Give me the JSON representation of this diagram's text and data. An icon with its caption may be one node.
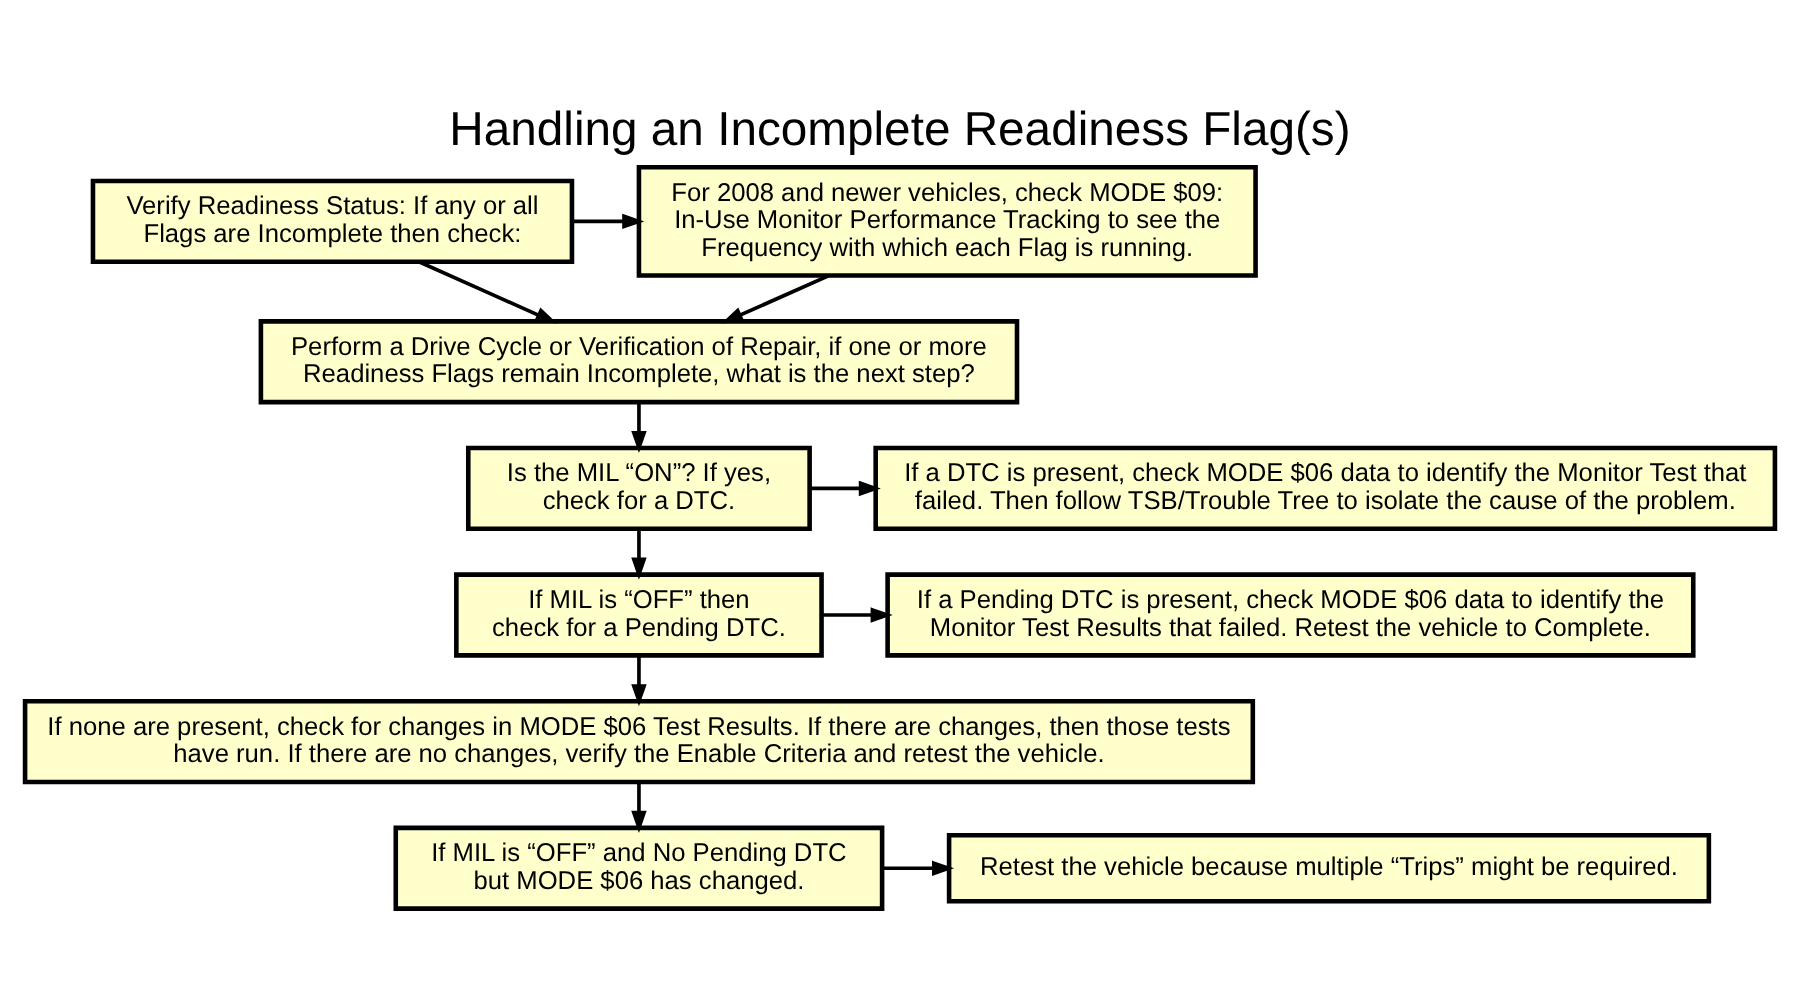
{
  "diagram": {
    "title": "Handling an Incomplete Readiness Flag(s)",
    "nodes": [
      {
        "text": [
          "Verify Readiness Status: If any or all Flags are Incomplete then check:"
        ]
      },
      {
        "text": [
          "For 2008 and newer vehicles, check MODE $09: In-Use Monitor Performance Tracking to see the Frequency with which each Flag is running."
        ]
      },
      {
        "text": [
          "Perform a Drive Cycle or Verification of Repair, if one or more Readiness Flags remain Incomplete, what is the next step?"
        ]
      },
      {
        "text": [
          "Is the MIL “ON”? If yes, check for a DTC."
        ]
      },
      {
        "text": [
          "If a DTC is present, check MODE $06 data to identify the Monitor Test that failed. Then follow TSB/Trouble Tree to isolate the cause of the problem."
        ]
      },
      {
        "text": [
          "If MIL is “OFF” then check for a Pending DTC."
        ]
      },
      {
        "text": [
          "If a Pending DTC is present, check MODE $06 data to identify the Monitor Test Results that failed. Retest the vehicle to Complete."
        ]
      },
      {
        "text": [
          "If none are present, check for changes in MODE $06 Test Results. If there are changes, then those tests have run. If there are no changes, verify the Enable Criteria and retest the vehicle."
        ]
      },
      {
        "text": [
          "If MIL is “OFF” and No Pending DTC but MODE $06 has changed."
        ]
      },
      {
        "text": [
          "Retest the vehicle because multiple “Trips” might be required."
        ]
      }
    ],
    "edges": [
      {
        "from": 0,
        "to": 1,
        "arrow": "to"
      },
      {
        "from": 0,
        "to": 2,
        "arrow": "to"
      },
      {
        "from": 1,
        "to": 2,
        "arrow": "to"
      },
      {
        "from": 2,
        "to": 3,
        "arrow": "to"
      },
      {
        "from": 3,
        "to": 4,
        "arrow": "to"
      },
      {
        "from": 3,
        "to": 5,
        "arrow": "to"
      },
      {
        "from": 5,
        "to": 6,
        "arrow": "to"
      },
      {
        "from": 5,
        "to": 7,
        "arrow": "to"
      },
      {
        "from": 7,
        "to": 8,
        "arrow": "to"
      },
      {
        "from": 8,
        "to": 9,
        "arrow": "to"
      }
    ]
  }
}
